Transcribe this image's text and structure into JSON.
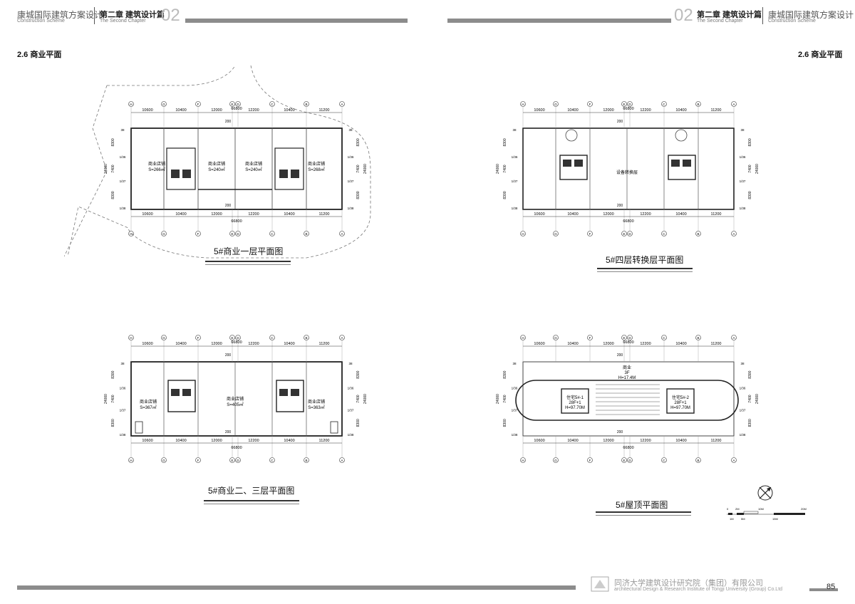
{
  "header": {
    "left": {
      "title": "康城国际建筑方案设计",
      "subtitle": "Construction Scheme",
      "chapter": "第二章 建筑设计篇",
      "chapter_en": "The Second Chapter",
      "number": "02"
    },
    "right": {
      "number": "02",
      "chapter": "第二章 建筑设计篇",
      "chapter_en": "The Second Chapter",
      "title": "康城国际建筑方案设计",
      "subtitle": "Construction Scheme"
    }
  },
  "section": {
    "left": "2.6 商业平面",
    "right": "2.6 商业平面"
  },
  "plans": {
    "common": {
      "axes_top": [
        "H",
        "G",
        "F",
        "E",
        "D",
        "C",
        "B",
        "A"
      ],
      "spans": [
        "10600",
        "10400",
        "12000",
        "12200",
        "10400",
        "11200"
      ],
      "total": "66800",
      "gap": "200",
      "row_left": [
        "38",
        "1/36",
        "1/37",
        "1/38"
      ],
      "dim_v": [
        "8300",
        "7400",
        "8300"
      ],
      "dim_total": "24000"
    },
    "p1": {
      "caption": "5#商业一层平面图",
      "labels": [
        "商业店铺",
        "S=266㎡",
        "商业店铺",
        "S=240㎡",
        "商业店铺",
        "S=240㎡",
        "商业店铺",
        "S=268㎡"
      ]
    },
    "p2": {
      "caption": "5#四层转换层平面图",
      "labels": [
        "设备转换层"
      ]
    },
    "p3": {
      "caption": "5#商业二、三层平面图",
      "labels": [
        "商业店铺",
        "S=367㎡",
        "商业店铺",
        "S=405㎡",
        "商业店铺",
        "S=363㎡"
      ]
    },
    "p4": {
      "caption": "5#屋顶平面图",
      "labels": [
        "商业",
        "3F",
        "H=17.4M",
        "住宅5#-1",
        "28F+1",
        "H=97.70M",
        "住宅5#-2",
        "28F+1",
        "H=97.70M"
      ]
    }
  },
  "scale": {
    "ticks_top": [
      "0",
      "2M",
      "10M",
      "20M"
    ],
    "ticks_bot": [
      "1M",
      "5M",
      "15M"
    ]
  },
  "footer": {
    "company_cn": "同济大学建筑设计研究院（集团）有限公司",
    "company_en": "architectural Design & Research Institute of Tongji University (Group) Co.Ltd",
    "page": "85"
  },
  "colors": {
    "line": "#333333",
    "bar": "#8c8c8c"
  }
}
